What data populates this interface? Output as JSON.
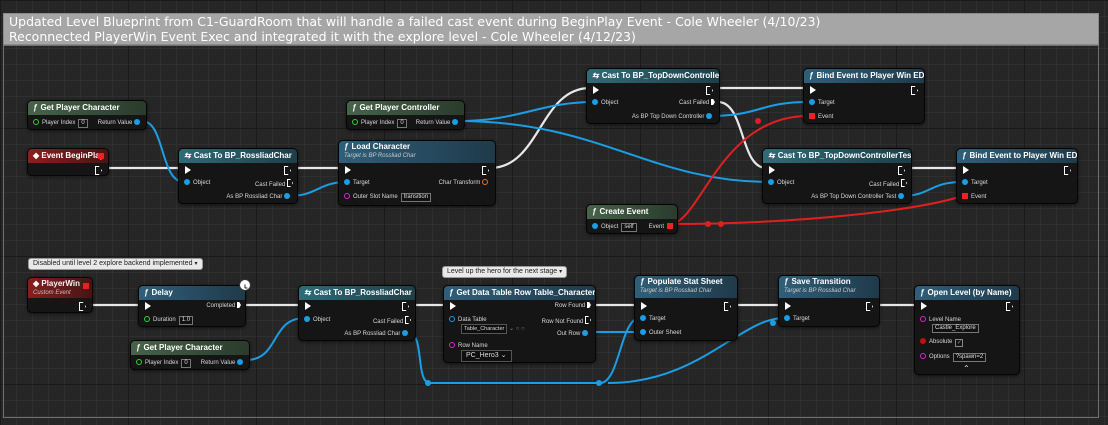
{
  "comment": {
    "line1": "Updated Level Blueprint from C1-GuardRoom that will handle a failed cast event during BeginPlay Event - Cole Wheeler (4/10/23)",
    "line2": "Reconnected PlayerWin Event Exec and integrated it with the explore level - Cole Wheeler (4/12/23)"
  },
  "bubbles": {
    "disabled": "Disabled until level 2 explore backend implemented",
    "levelup": "Level up the hero for the next stage"
  },
  "nodes": {
    "get_player_character_1": {
      "title": "Get Player Character",
      "player_index_label": "Player Index",
      "player_index_value": "0",
      "return_label": "Return Value"
    },
    "get_player_controller": {
      "title": "Get Player Controller",
      "player_index_label": "Player Index",
      "player_index_value": "0",
      "return_label": "Return Value"
    },
    "event_beginplay": {
      "title": "Event BeginPlay"
    },
    "cast_rossliad_1": {
      "title": "Cast To BP_RossliadChar",
      "object_label": "Object",
      "cast_failed_label": "Cast Failed",
      "as_label": "As BP Rossliad Char"
    },
    "load_character": {
      "title": "Load Character",
      "subtitle": "Target is BP Rossliad Char",
      "target_label": "Target",
      "outer_slot_label": "Outer Slot Name",
      "outer_slot_value": "transition",
      "char_transform_label": "Char Transform"
    },
    "cast_topdown": {
      "title": "Cast To BP_TopDownController",
      "object_label": "Object",
      "cast_failed_label": "Cast Failed",
      "as_label": "As BP Top Down Controller"
    },
    "bind_event_1": {
      "title": "Bind Event to Player Win ED",
      "target_label": "Target",
      "event_label": "Event"
    },
    "cast_topdown_test": {
      "title": "Cast To BP_TopDownControllerTest",
      "object_label": "Object",
      "cast_failed_label": "Cast Failed",
      "as_label": "As BP Top Down Controller Test"
    },
    "bind_event_2": {
      "title": "Bind Event to Player Win ED",
      "target_label": "Target",
      "event_label": "Event"
    },
    "create_event": {
      "title": "Create Event",
      "object_label": "Object",
      "object_value": "self",
      "event_label": "Event"
    },
    "player_win": {
      "title": "PlayerWin",
      "subtitle": "Custom Event"
    },
    "delay": {
      "title": "Delay",
      "completed_label": "Completed",
      "duration_label": "Duration",
      "duration_value": "1.0"
    },
    "get_player_character_2": {
      "title": "Get Player Character",
      "player_index_label": "Player Index",
      "player_index_value": "0",
      "return_label": "Return Value"
    },
    "cast_rossliad_2": {
      "title": "Cast To BP_RossliadChar",
      "object_label": "Object",
      "cast_failed_label": "Cast Failed",
      "as_label": "As BP Rossliad Char"
    },
    "get_data_table_row": {
      "title": "Get Data Table Row Table_Characters",
      "data_table_label": "Data Table",
      "data_table_value": "Table_Character",
      "row_name_label": "Row Name",
      "row_name_value": "PC_Hero3",
      "row_found_label": "Row Found",
      "row_not_found_label": "Row Not Found",
      "out_row_label": "Out Row"
    },
    "populate_stat_sheet": {
      "title": "Populate Stat Sheet",
      "subtitle": "Target is BP Rossliad Char",
      "target_label": "Target",
      "outer_sheet_label": "Outer Sheet"
    },
    "save_transition": {
      "title": "Save Transition",
      "subtitle": "Target is BP Rossliad Char",
      "target_label": "Target"
    },
    "open_level": {
      "title": "Open Level (by Name)",
      "level_name_label": "Level Name",
      "level_name_value": "Castle_Explore",
      "absolute_label": "Absolute",
      "options_label": "Options",
      "options_value": "?spawn=2"
    }
  },
  "colors": {
    "exec": "#ffffff",
    "object": "#1a9ee6",
    "integer": "#2fd23c",
    "name": "#d42ac7",
    "delegate": "#e22222",
    "struct": "#e8701a"
  }
}
